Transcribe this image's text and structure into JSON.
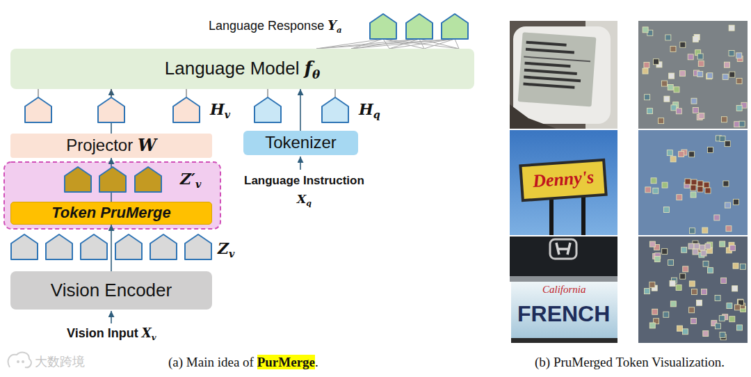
{
  "diagram": {
    "nodes": [
      {
        "text": [
          "Language Model fθ"
        ]
      },
      {
        "text": [
          "Projector W"
        ]
      },
      {
        "text": [
          "Tokenizer"
        ]
      },
      {
        "text": [
          "Z′v"
        ]
      },
      {
        "text": [
          "Token PruMerge"
        ],
        "in": 3
      },
      {
        "text": [
          "Vision Encoder"
        ]
      }
    ],
    "edges": [
      {
        "from": 5,
        "to": 4,
        "arrow": "to"
      },
      {
        "from": 4,
        "to": 1,
        "arrow": "to"
      },
      {
        "from": 1,
        "to": 0,
        "arrow": "to"
      },
      {
        "from": 2,
        "to": 0,
        "arrow": "to"
      }
    ],
    "labels": [
      "Language Response Ya",
      "Hv",
      "Hq",
      "Language Instruction Xq",
      "Zv",
      "Vision Input Xv",
      "(a) Main idea of PurMerge.",
      "(b) PruMerged Token Visualization.",
      "大数跨境",
      "Denny's",
      "California",
      "FRENCH"
    ]
  }
}
